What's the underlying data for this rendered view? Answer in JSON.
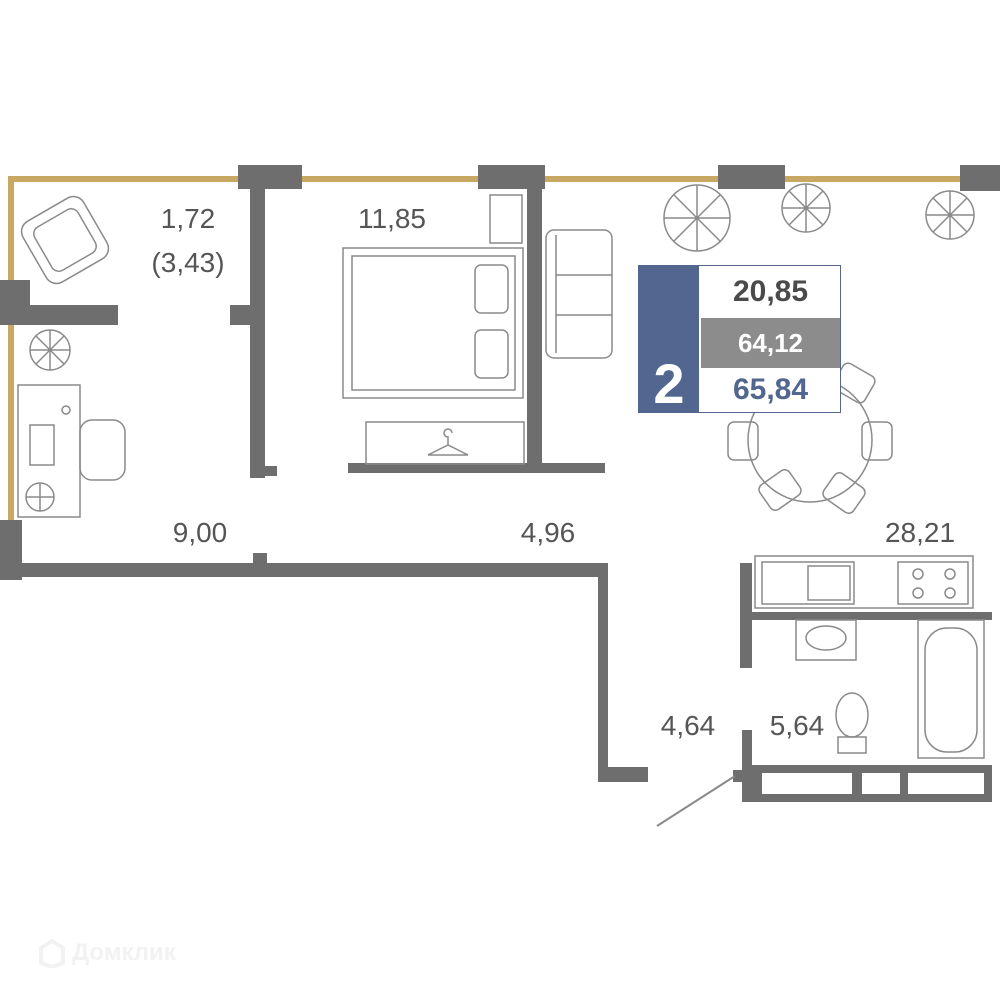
{
  "rooms": {
    "balcony_area": "1,72",
    "balcony_area_full": "(3,43)",
    "bedroom_area": "11,85",
    "office_area": "9,00",
    "hall_area": "4,96",
    "living_kitchen_area": "28,21",
    "entry_area": "4,64",
    "bathroom_area": "5,64"
  },
  "summary": {
    "rooms_count": "2",
    "living_area": "20,85",
    "total_area": "64,12",
    "total_area_with_balcony": "65,84"
  },
  "colors": {
    "wall": "#6e6e6e",
    "window": "#c9a863",
    "accent": "#52668f"
  },
  "watermark": "Домклик"
}
